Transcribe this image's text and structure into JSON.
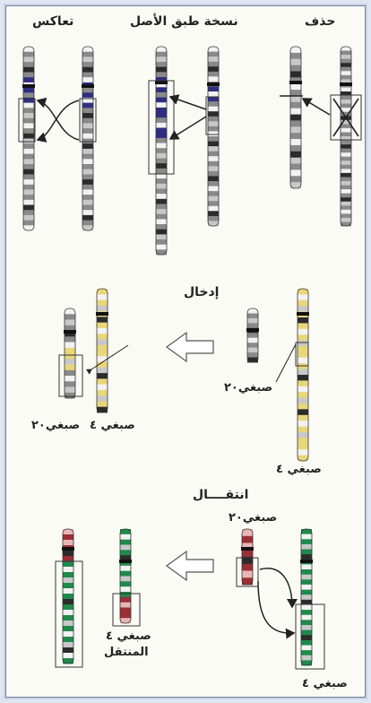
{
  "headers": {
    "deletion": "حذف",
    "duplication": "نسخة طبق الأصل",
    "inversion": "تعاكس"
  },
  "insertion": {
    "title": "إدخال",
    "chr20_label": "صبغي٢٠",
    "chr4_label": "صبغي ٤",
    "result_chr4": "صبغي ٤",
    "result_chr20": "صبغي٢٠"
  },
  "translocation": {
    "title": "انتقــــال",
    "chr20_label": "صبغي٢٠",
    "chr4_label": "صبغي ٤",
    "moved_chr_line1": "صبغي ٤",
    "moved_chr_line2": "المنتقل"
  },
  "colors": {
    "gray_band": "#8a8a8a",
    "dark_band": "#2b2b2b",
    "blue_band": "#2e2e80",
    "yellow_band": "#e8d77a",
    "green_band": "#1f8a4a",
    "red_band": "#9b2f36",
    "pink_band": "#e6b7b5"
  }
}
